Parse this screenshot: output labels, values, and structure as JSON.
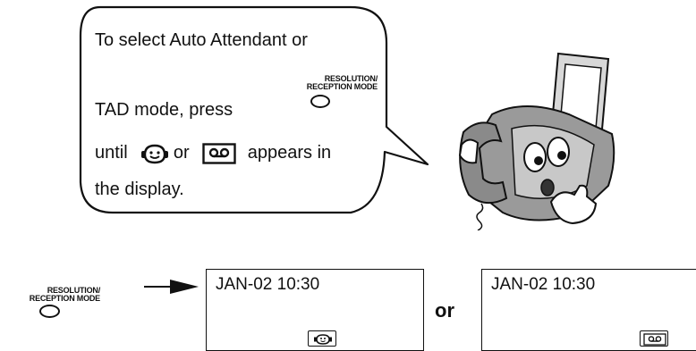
{
  "instruction": {
    "line1": "To select Auto Attendant or",
    "line2": "TAD mode, press",
    "line3_a": "until",
    "line3_b": "or",
    "line3_c": "appears in",
    "line4": "the display."
  },
  "button": {
    "label_line1": "RESOLUTION/",
    "label_line2": "RECEPTION MODE"
  },
  "displays": [
    {
      "text": "JAN-02 10:30",
      "icon": "auto-attendant-icon"
    },
    {
      "text": "JAN-02 10:30",
      "icon": "tad-tape-icon"
    }
  ],
  "connector": "or"
}
